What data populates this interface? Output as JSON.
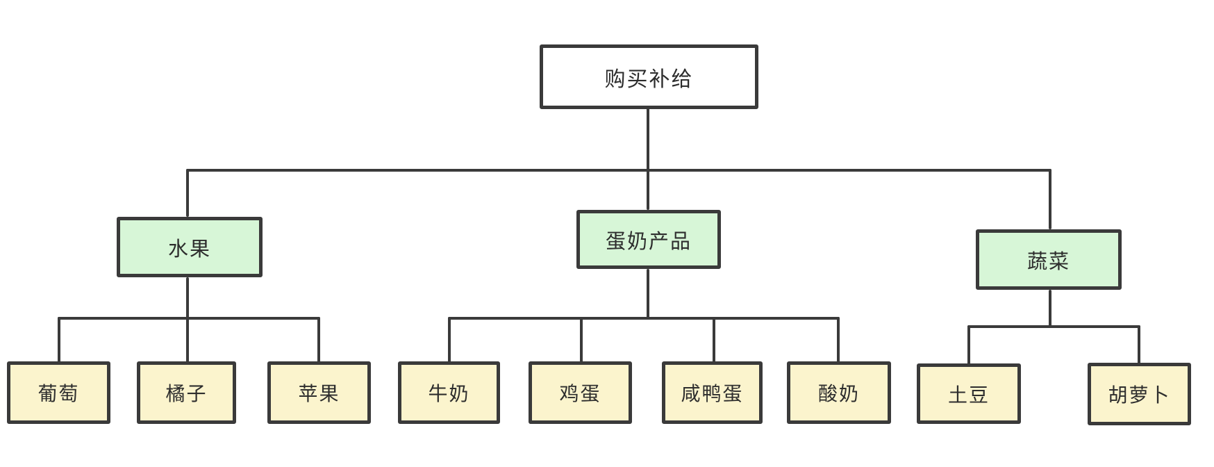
{
  "diagram": {
    "type": "tree",
    "colors": {
      "background": "#ffffff",
      "root_fill": "#ffffff",
      "branch_fill": "#d7f6d7",
      "leaf_fill": "#fbf4cd",
      "border": "#3a3a3a",
      "line": "#3a3a3a",
      "text": "#2d2d2d"
    },
    "root": {
      "label": "购买补给"
    },
    "branches": [
      {
        "label": "水果",
        "children": [
          {
            "label": "葡萄"
          },
          {
            "label": "橘子"
          },
          {
            "label": "苹果"
          }
        ]
      },
      {
        "label": "蛋奶产品",
        "children": [
          {
            "label": "牛奶"
          },
          {
            "label": "鸡蛋"
          },
          {
            "label": "咸鸭蛋"
          },
          {
            "label": "酸奶"
          }
        ]
      },
      {
        "label": "蔬菜",
        "children": [
          {
            "label": "土豆"
          },
          {
            "label": "胡萝卜"
          }
        ]
      }
    ]
  }
}
